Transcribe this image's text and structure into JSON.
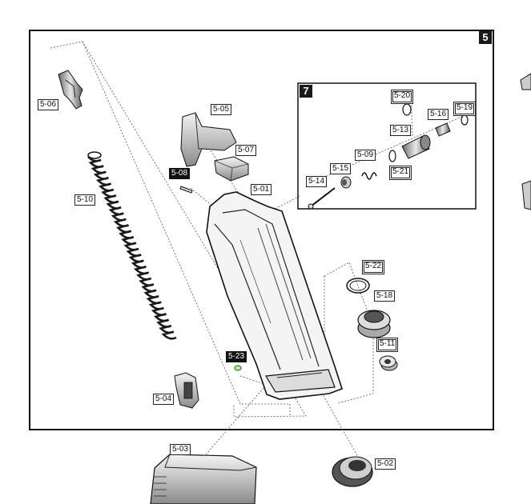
{
  "sections": {
    "main": "5",
    "inset": "7"
  },
  "parts": {
    "p5_01": "5-01",
    "p5_02": "5-02",
    "p5_03": "5-03",
    "p5_04": "5-04",
    "p5_05": "5-05",
    "p5_06": "5-06",
    "p5_07": "5-07",
    "p5_08": "5-08",
    "p5_09": "5-09",
    "p5_10": "5-10",
    "p5_11": "5-11",
    "p5_13": "5-13",
    "p5_14": "5-14",
    "p5_15": "5-15",
    "p5_16": "5-16",
    "p5_18": "5-18",
    "p5_19": "5-19",
    "p5_20": "5-20",
    "p5_21": "5-21",
    "p5_22": "5-22",
    "p5_23": "5-23"
  },
  "colors": {
    "line": "#1a1a1a",
    "part_fill": "#f2f2f2",
    "part_shade": "#9a9a9a",
    "accent_green": "#5fbf3c"
  }
}
